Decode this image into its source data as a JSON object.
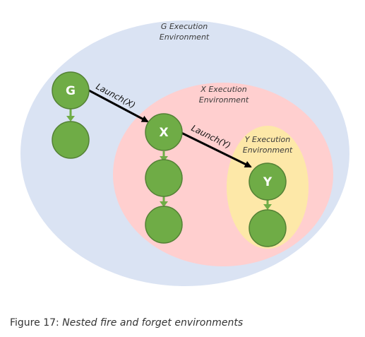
{
  "diagram": {
    "environments": {
      "g": {
        "label_line1": "G Execution",
        "label_line2": "Environment"
      },
      "x": {
        "label_line1": "X Execution",
        "label_line2": "Environment"
      },
      "y": {
        "label_line1": "Y Execution",
        "label_line2": "Environment"
      }
    },
    "nodes": {
      "g": "G",
      "x": "X",
      "y": "Y"
    },
    "edges": {
      "launch_x": "Launch(X)",
      "launch_y": "Launch(Y)"
    },
    "colors": {
      "g_env": "#dae3f3",
      "x_env": "#ffcfcf",
      "y_env": "#fde8a8",
      "node_fill": "#6fac46",
      "node_stroke": "#538135",
      "arrow_green": "#70ad47",
      "arrow_black": "#000000"
    }
  },
  "caption": {
    "prefix": "Figure 17:",
    "text": "Nested fire and forget environments"
  }
}
